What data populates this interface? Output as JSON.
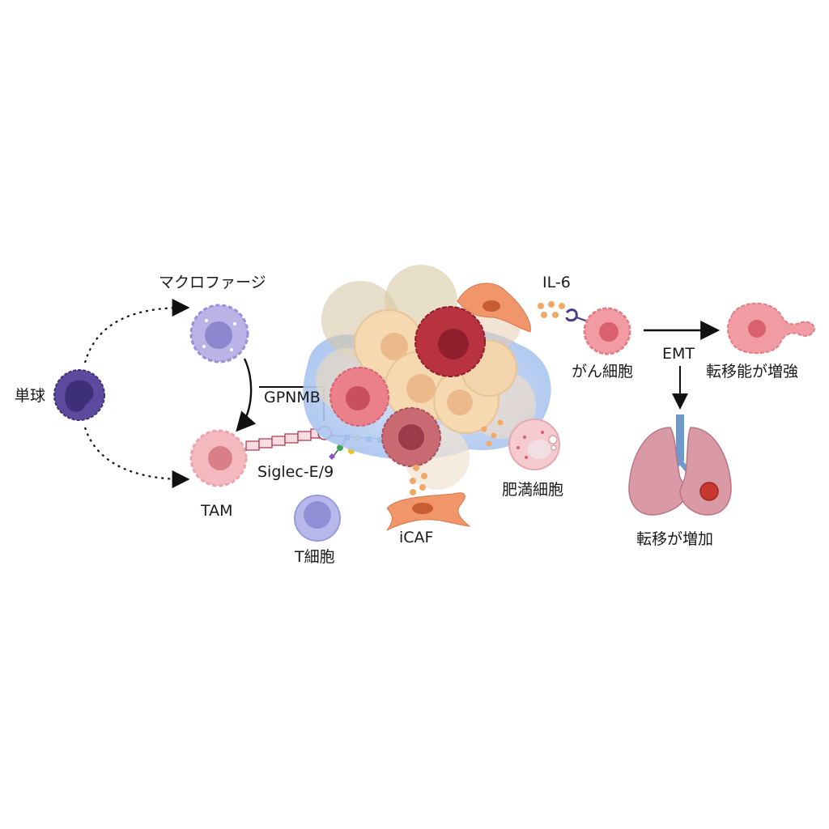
{
  "labels": {
    "monocyte": "単球",
    "macrophage": "マクロファージ",
    "tam": "TAM",
    "gpnmb": "GPNMB",
    "siglec": "Siglec-E/9",
    "t_cell": "T細胞",
    "icaf": "iCAF",
    "mast_cell": "肥満細胞",
    "il6": "IL-6",
    "cancer_cell": "がん細胞",
    "emt": "EMT",
    "enhanced_metastatic": "転移能が増強",
    "increased_metastasis": "転移が増加"
  },
  "colors": {
    "monocyte": "#5b4a9e",
    "macrophage": "#b9b3e6",
    "tam": "#f3b9be",
    "t_cell": "#8f8fd6",
    "tumor_light": "#f6d9b0",
    "tumor_red": "#b8323f",
    "tumor_pink": "#e9808a",
    "stroma": "#a8c4ef",
    "fibroblast": "#f0966a",
    "cytokine": "#f2a968",
    "lung": "#d99aa6",
    "metastasis": "#c8382e",
    "arrow": "#111111"
  }
}
